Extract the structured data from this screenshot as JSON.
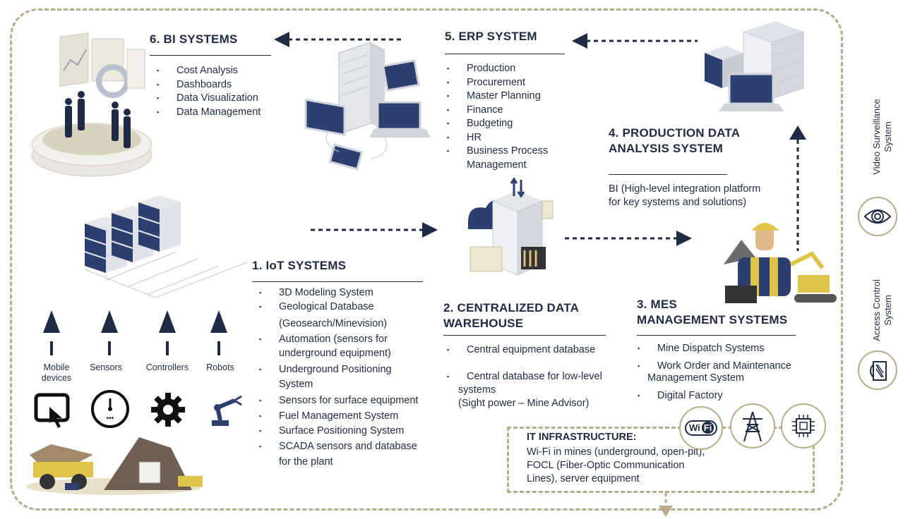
{
  "bi": {
    "title": "6. BI SYSTEMS",
    "items": [
      "Cost Analysis",
      "Dashboards",
      "Data Visualization",
      "Data Management"
    ]
  },
  "erp": {
    "title": "5. ERP SYSTEM",
    "items": [
      "Production",
      "Procurement",
      "Master Planning",
      "Finance",
      "Budgeting",
      "HR",
      "Business Process",
      "Management"
    ]
  },
  "pdas": {
    "title_line1": "4. PRODUCTION DATA",
    "title_line2": "ANALYSIS SYSTEM",
    "desc_line1": "BI (High-level integration platform",
    "desc_line2": "for key systems and solutions)"
  },
  "iot": {
    "title": "1. IoT SYSTEMS",
    "items": [
      "3D Modeling System",
      "Geological Database",
      "(Geosearch/Minevision)",
      "Automation (sensors for",
      "underground equipment)",
      "Underground Positioning",
      "System",
      "Sensors for surface equipment",
      "Fuel Management System",
      "Surface Positioning System",
      "SCADA sensors and database",
      "for the plant"
    ]
  },
  "cdw": {
    "title_line1": "2. CENTRALIZED DATA",
    "title_line2": "WAREHOUSE",
    "item1": "Central equipment database",
    "item2_line1": "Central database for low-level",
    "item2_line2": "systems",
    "item2_line3": "(Sight power – Mine Advisor)"
  },
  "mes": {
    "title_line1": "3. MES",
    "title_line2": "MANAGEMENT SYSTEMS",
    "item1": "Mine Dispatch Systems",
    "item2_line1": "Work Order and Maintenance",
    "item2_line2": "Management System",
    "item3": "Digital Factory"
  },
  "it": {
    "title": "IT INFRASTRUCTURE:",
    "line1": "Wi-Fi in mines (underground, open-pit),",
    "line2": "FOCL (Fiber-Optic Communication",
    "line3": "Lines), server equipment",
    "wifi_word": "Wi",
    "wifi_word2": "Fi"
  },
  "devices": {
    "labels": [
      "Mobile devices",
      "Sensors",
      "Controllers",
      "Robots"
    ],
    "icons": [
      "tablet-touch-icon",
      "gauge-icon",
      "gear-icon",
      "robot-arm-icon"
    ]
  },
  "side": {
    "video_line1": "Video Surveillance",
    "video_line2": "System",
    "access_line1": "Access Control",
    "access_line2": "System"
  },
  "colors": {
    "navy": "#1f2a44",
    "gold": "#b9ab8a",
    "server_blue": "#2d3f6e"
  }
}
